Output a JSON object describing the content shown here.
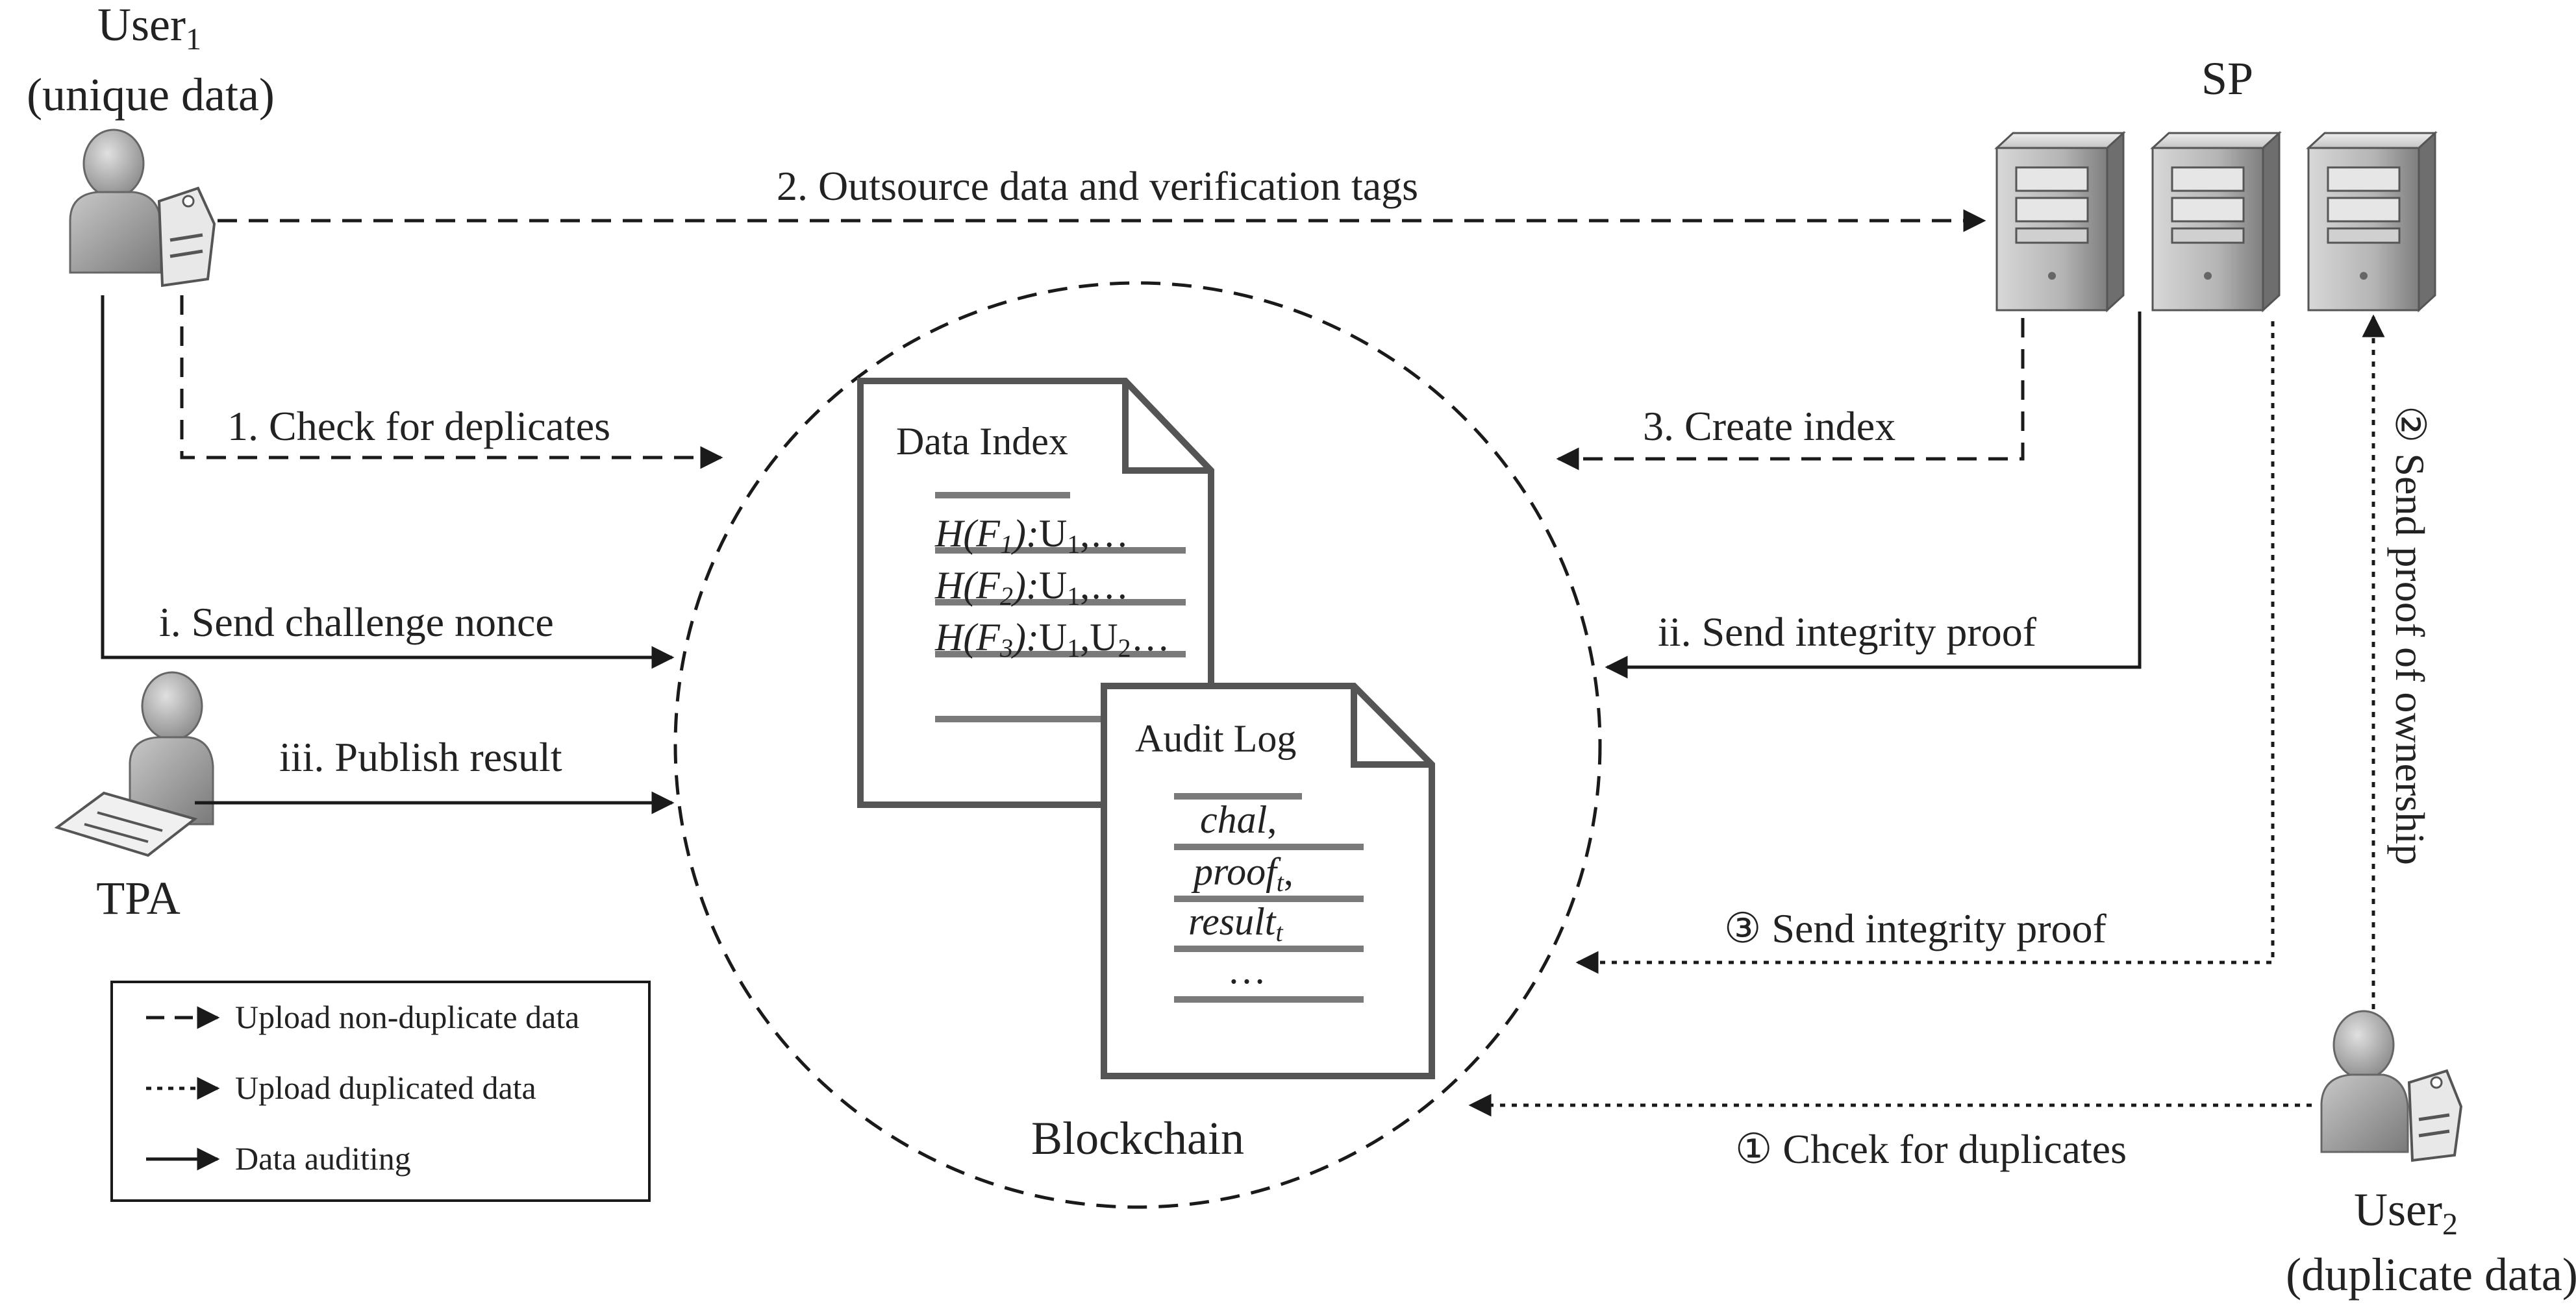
{
  "actors": {
    "user1": {
      "name": "User",
      "sub": "1",
      "desc": "(unique data)"
    },
    "user2": {
      "name": "User",
      "sub": "2",
      "desc": "(duplicate data)"
    },
    "tpa": {
      "name": "TPA"
    },
    "sp": {
      "name": "SP"
    }
  },
  "blockchain_label": "Blockchain",
  "data_index": {
    "title": "Data Index",
    "rows": [
      {
        "hash": "H(F",
        "sub": "1",
        "close": "):",
        "owners": "U",
        "osub": "1",
        "rest": ",…"
      },
      {
        "hash": "H(F",
        "sub": "2",
        "close": "):",
        "owners": "U",
        "osub": "1",
        "rest": ",…"
      },
      {
        "hash": "H(F",
        "sub": "3",
        "close": "):",
        "owners": "U",
        "osub": "1",
        "rest": ",U",
        "osub2": "2",
        "rest2": "…"
      }
    ]
  },
  "audit_log": {
    "title": "Audit Log",
    "rows": [
      {
        "text": "chal",
        "sub": "",
        "tail": ","
      },
      {
        "text": "proof",
        "sub": "t",
        "tail": ","
      },
      {
        "text": "result",
        "sub": "t",
        "tail": ""
      },
      {
        "text": "…",
        "sub": "",
        "tail": ""
      }
    ]
  },
  "flows": {
    "outsource": "2. Outsource data and verification tags",
    "check_dup": "1. Check for deplicates",
    "create_index": "3. Create index",
    "send_nonce": "i. Send challenge nonce",
    "send_proof": "ii. Send integrity proof",
    "publish": "iii. Publish result",
    "dup_send_integrity": "③ Send integrity proof",
    "dup_check": "① Chcek for duplicates",
    "dup_ownership": "② Send proof of ownership"
  },
  "legend": [
    {
      "style": "dashed",
      "label": "Upload non-duplicate data"
    },
    {
      "style": "dotted",
      "label": "Upload duplicated data"
    },
    {
      "style": "solid",
      "label": "Data auditing"
    }
  ],
  "colors": {
    "ink": "#1a1a1a",
    "doc_border": "#555555",
    "doc_line": "#7a7a7a",
    "person_fill": "#9a9a9a",
    "server_fill": "#a8a8a8"
  }
}
